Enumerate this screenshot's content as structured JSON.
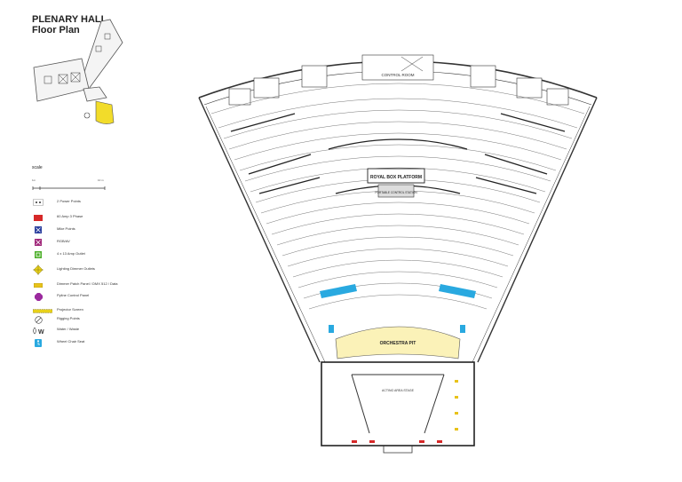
{
  "header": {
    "title_line1": "PLENARY HALL",
    "title_line2": "Floor Plan"
  },
  "scale": {
    "label": "scale",
    "start": "1m",
    "end": "10 m"
  },
  "legend": [
    {
      "label": "2 Power Points",
      "icon": "power-points-icon",
      "color": "#ffffff"
    },
    {
      "label": "60 Amp 3 Phase",
      "icon": "three-phase-icon",
      "color": "#d62828"
    },
    {
      "label": "Mike Points",
      "icon": "mike-points-icon",
      "color": "#2a3f9e"
    },
    {
      "label": "RGB/AV",
      "icon": "rgb-av-icon",
      "color": "#a0287a"
    },
    {
      "label": "4 x 13 Amp Outlet",
      "icon": "outlet-icon",
      "color": "#4caf2a"
    },
    {
      "label": "Lighting Dimmer Outlets",
      "icon": "dimmer-outlet-icon",
      "color": "#e8d11a"
    },
    {
      "label": "Dimmer Patch Panel / DMX 512 / Data",
      "icon": "patch-panel-icon",
      "color": "#e8c21a"
    },
    {
      "label": "Pyline Control Panel",
      "icon": "pyline-panel-icon",
      "color": "#9b2a9e"
    },
    {
      "label": "Projector Screen",
      "icon": "projector-screen-icon",
      "color": "#e8d11a"
    },
    {
      "label": "Rigging Points",
      "icon": "rigging-point-icon",
      "color": "#ffffff"
    },
    {
      "label": "Water / Waste",
      "icon": "water-waste-icon",
      "color": "#ffffff"
    },
    {
      "label": "Wheel Chair Seat",
      "icon": "wheelchair-seat-icon",
      "color": "#29a9e0"
    }
  ],
  "plan": {
    "control_room": "CONTROL ROOM",
    "royal_box": "ROYAL BOX PLATFORM",
    "control_station": "PORTABLE CONTROL STATION",
    "orchestra_pit": "ORCHESTRA PIT",
    "stage": "ACTING AREA STAGE",
    "colors": {
      "highlight": "#fbf2b8",
      "seats": "#29a9e0",
      "keyplan_highlight": "#f2dc2a"
    }
  }
}
